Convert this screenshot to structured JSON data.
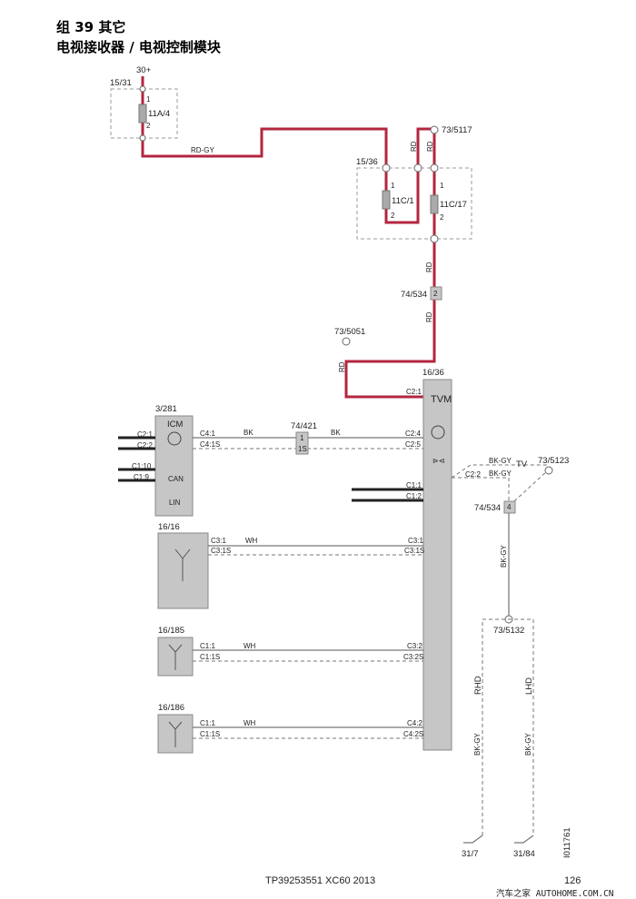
{
  "header": {
    "group": "组 39 其它",
    "title": "电视接收器 / 电视控制模块"
  },
  "power": {
    "supply": "30+",
    "fusebox1": "15/31",
    "fuse1": "11A/4",
    "wire1": "RD-GY",
    "fusebox2": "15/36",
    "fuse2": "11C/1",
    "fuse3": "11C/17",
    "pin1": "1",
    "pin2": "2",
    "splice1": "73/5117",
    "rd": "RD",
    "connector1": "74/534",
    "connector1_pin": "2",
    "splice2": "73/5051",
    "c21": "C2:1"
  },
  "tvm": {
    "id": "16/36",
    "name": "TVM",
    "c24": "C2:4",
    "c25": "C2:5",
    "c11": "C1:1",
    "c12": "C1:2",
    "c22": "C2:2"
  },
  "icm": {
    "id": "3/281",
    "name": "ICM",
    "c21": "C2:1",
    "c22": "C2:2",
    "c110": "C1:10",
    "c19": "C1:9",
    "c41": "C4:1",
    "c41s": "C4:1S",
    "can": "CAN",
    "lin": "LIN"
  },
  "link": {
    "connector": "74/421",
    "pin1": "1",
    "pin1s": "1S",
    "bk": "BK"
  },
  "tv": {
    "bkgy": "BK-GY",
    "tv": "TV",
    "splice": "73/5123",
    "connector": "74/534",
    "pin": "4",
    "splice2": "73/5132",
    "rhd": "RHD",
    "lhd": "LHD",
    "ground1": "31/7",
    "ground2": "31/84"
  },
  "antennas": [
    {
      "id": "16/16",
      "a1": "C3:1",
      "a2": "C3:1S",
      "wire": "WH",
      "b1": "C3:1",
      "b2": "C3:1S"
    },
    {
      "id": "16/185",
      "a1": "C1:1",
      "a2": "C1:1S",
      "wire": "WH",
      "b1": "C3:2",
      "b2": "C3:2S"
    },
    {
      "id": "16/186",
      "a1": "C1:1",
      "a2": "C1:1S",
      "wire": "WH",
      "b1": "C4:2",
      "b2": "C4:2S"
    }
  ],
  "footer": {
    "doc": "TP39253551 XC60 2013",
    "page": "126",
    "figure_id": "I011761",
    "watermark": "汽车之家 AUTOHOME.COM.CN"
  }
}
